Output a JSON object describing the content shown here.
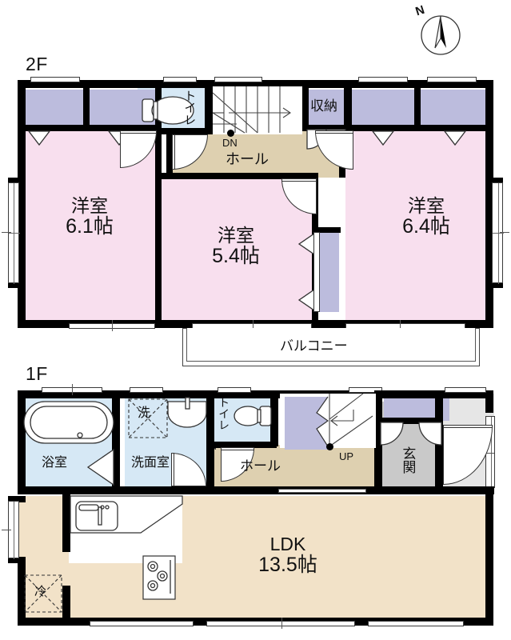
{
  "document": {
    "type": "floor-plan",
    "language": "ja",
    "compass": {
      "label": "N",
      "name": "north-arrow"
    }
  },
  "floors": [
    {
      "id": "2f",
      "tag": "2F",
      "rooms": [
        {
          "key": "washitsu_left",
          "name": "洋室",
          "size": "6.1帖"
        },
        {
          "key": "washitsu_mid",
          "name": "洋室",
          "size": "5.4帖"
        },
        {
          "key": "washitsu_right",
          "name": "洋室",
          "size": "6.4帖"
        }
      ],
      "spaces": [
        {
          "key": "toilet_2f",
          "label": "トイレ"
        },
        {
          "key": "hall_2f",
          "label": "ホール"
        },
        {
          "key": "storage_2f",
          "label": "収納"
        },
        {
          "key": "balcony",
          "label": "バルコニー"
        }
      ],
      "markers": [
        {
          "key": "stairs_down",
          "label": "DN"
        }
      ]
    },
    {
      "id": "1f",
      "tag": "1F",
      "rooms": [
        {
          "key": "ldk",
          "name": "LDK",
          "size": "13.5帖"
        }
      ],
      "spaces": [
        {
          "key": "bath",
          "label": "浴室"
        },
        {
          "key": "washroom",
          "label": "洗面室"
        },
        {
          "key": "washer",
          "label": "洗"
        },
        {
          "key": "toilet_1f",
          "label": "トイレ"
        },
        {
          "key": "hall_1f",
          "label": "ホール"
        },
        {
          "key": "entrance",
          "label": "玄関"
        },
        {
          "key": "fridge",
          "label": "冷"
        }
      ],
      "markers": [
        {
          "key": "stairs_up",
          "label": "UP"
        }
      ]
    }
  ],
  "colors": {
    "room_pink": "#f8dfee",
    "closet_purple": "#bcbcdd",
    "hall_beige": "#ded0b0",
    "ldk_beige": "#f2e2c8",
    "water_blue": "#d6e8f5",
    "entrance_gray": "#c9c9c9",
    "wall_black": "#000000"
  }
}
